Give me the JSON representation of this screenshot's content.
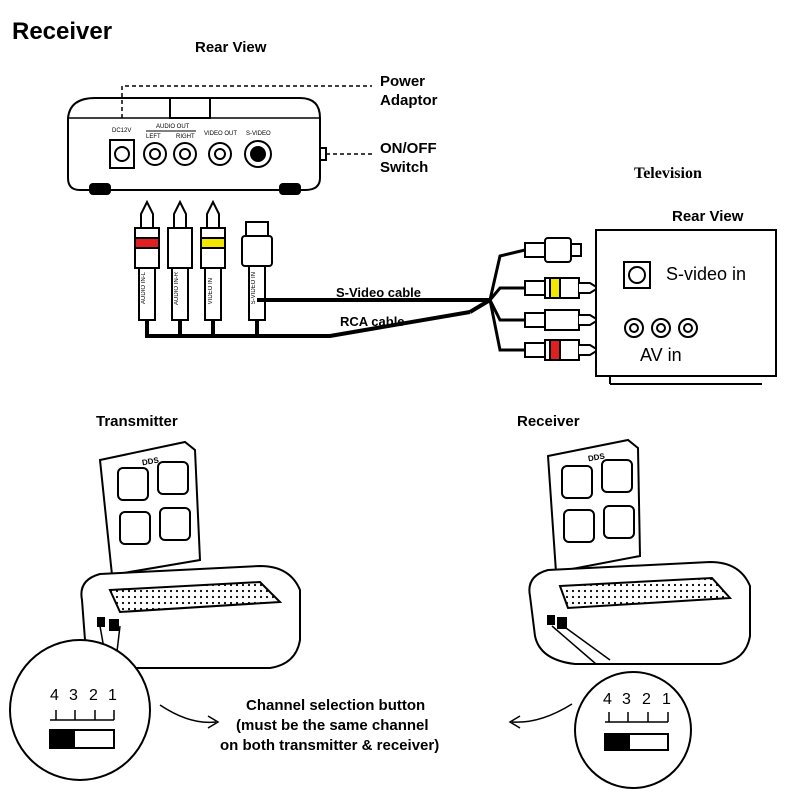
{
  "heading": "Receiver",
  "receiver_rear": {
    "title": "Rear View",
    "power_adaptor": "Power\nAdaptor",
    "power_adaptor_l1": "Power",
    "power_adaptor_l2": "Adaptor",
    "onoff_l1": "ON/OFF",
    "onoff_l2": "Switch",
    "port_dc": "DC12V",
    "port_audio_out": "AUDIO OUT",
    "port_left": "LEFT",
    "port_right": "RIGHT",
    "port_video_out": "VIDEO OUT",
    "port_svideo": "S-VIDEO"
  },
  "plugs": {
    "audio_l": "AUDIO IN-L",
    "audio_r": "AUDIO IN-R",
    "video_in": "VIDEO IN",
    "svideo_in": "S-VIDEO IN"
  },
  "cables": {
    "svideo": "S-Video cable",
    "rca": "RCA cable"
  },
  "television": {
    "title": "Television",
    "rear_view": "Rear View",
    "svideo_in": "S-video in",
    "av_in": "AV in"
  },
  "units": {
    "transmitter": "Transmitter",
    "receiver": "Receiver",
    "antenna_brand": "DDS"
  },
  "channel": {
    "labels": [
      "4",
      "3",
      "2",
      "1"
    ],
    "note_l1": "Channel selection button",
    "note_l2": "(must be the same channel",
    "note_l3": "on both transmitter & receiver)"
  },
  "colors": {
    "red_plug": "#e02020",
    "yellow_plug": "#f2e600",
    "white_plug": "#ffffff"
  }
}
